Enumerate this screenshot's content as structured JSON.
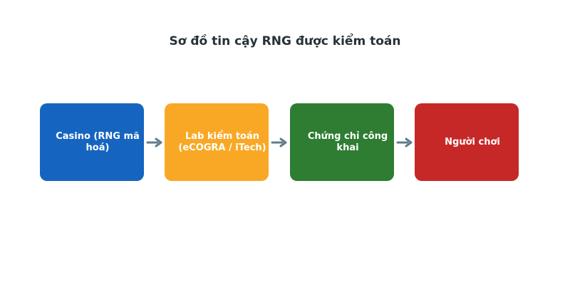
{
  "title": "Sơ đồ tin cậy RNG được kiểm toán",
  "nodes": [
    {
      "label": "Casino (RNG mã hoá)",
      "color": "#1565c0"
    },
    {
      "label": "Lab kiểm toán (eCOGRA / iTech)",
      "color": "#f9a825"
    },
    {
      "label": "Chứng chỉ công khai",
      "color": "#2e7d32"
    },
    {
      "label": "Người chơi",
      "color": "#c62828"
    }
  ],
  "arrow_color": "#607d8b"
}
